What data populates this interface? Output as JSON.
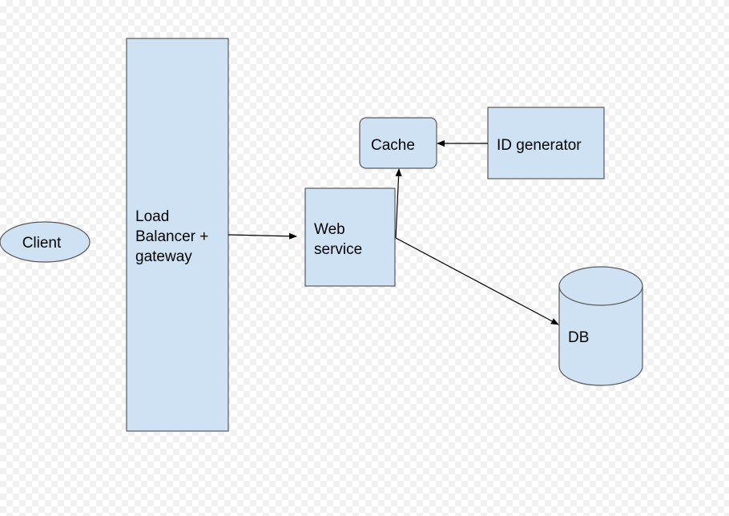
{
  "colors": {
    "node_fill": "#cfe2f3",
    "node_stroke": "#595959",
    "edge": "#000000"
  },
  "nodes": {
    "client": {
      "label": "Client",
      "shape": "ellipse"
    },
    "load_balancer": {
      "label_lines": [
        "Load",
        "Balancer +",
        "gateway"
      ],
      "shape": "rectangle"
    },
    "web_service": {
      "label_lines": [
        "Web",
        "service"
      ],
      "shape": "rectangle"
    },
    "cache": {
      "label": "Cache",
      "shape": "rounded-rectangle"
    },
    "id_generator": {
      "label": "ID generator",
      "shape": "rectangle"
    },
    "db": {
      "label": "DB",
      "shape": "cylinder"
    }
  },
  "edges": [
    {
      "from": "load_balancer",
      "to": "web_service"
    },
    {
      "from": "web_service",
      "to": "cache"
    },
    {
      "from": "id_generator",
      "to": "cache"
    },
    {
      "from": "web_service",
      "to": "db"
    }
  ]
}
